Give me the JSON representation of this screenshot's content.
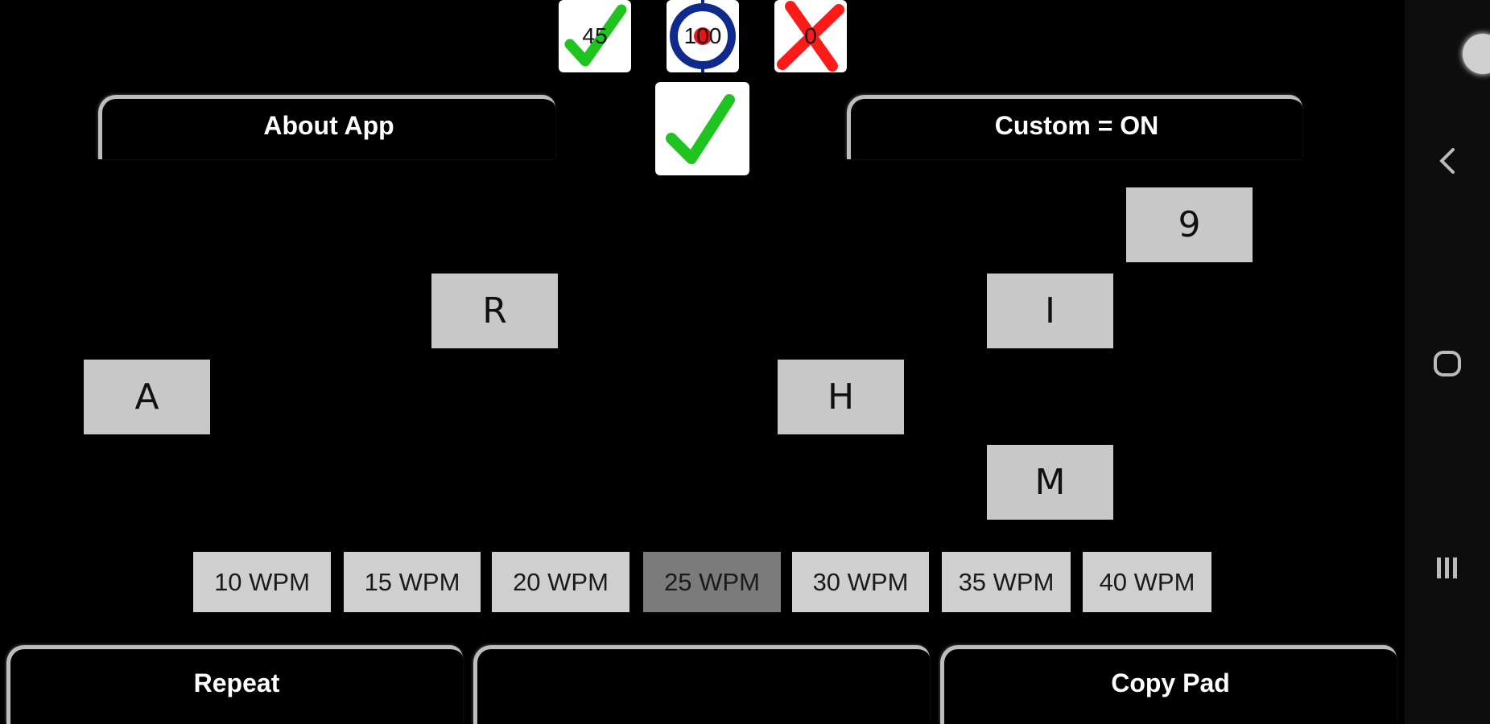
{
  "scoreboard": {
    "correct": {
      "value": "45",
      "icon": "green-check-icon"
    },
    "accuracy": {
      "value": "100",
      "icon": "target-icon"
    },
    "wrong": {
      "value": "0",
      "icon": "red-x-icon"
    }
  },
  "status_indicator": {
    "icon": "green-check-icon"
  },
  "top_buttons": {
    "about": "About App",
    "custom": "Custom = ON"
  },
  "tiles": [
    {
      "label": "9"
    },
    {
      "label": "R"
    },
    {
      "label": "I"
    },
    {
      "label": "A"
    },
    {
      "label": "H"
    },
    {
      "label": "M"
    }
  ],
  "wpm_options": [
    {
      "label": "10 WPM",
      "selected": false
    },
    {
      "label": "15 WPM",
      "selected": false
    },
    {
      "label": "20 WPM",
      "selected": false
    },
    {
      "label": "25 WPM",
      "selected": true
    },
    {
      "label": "30 WPM",
      "selected": false
    },
    {
      "label": "35 WPM",
      "selected": false
    },
    {
      "label": "40 WPM",
      "selected": false
    }
  ],
  "bottom_buttons": {
    "repeat": "Repeat",
    "middle": "",
    "copy_pad": "Copy Pad"
  },
  "colors": {
    "check_green": "#1fc41f",
    "x_red": "#ff1a1a",
    "target_blue": "#0d2a8c",
    "tile_gray": "#c8c8c8",
    "wpm_selected": "#7b7b7b"
  },
  "navbar": {
    "icons": [
      "assistant-dot-icon",
      "back-icon",
      "home-icon",
      "recents-icon"
    ]
  }
}
